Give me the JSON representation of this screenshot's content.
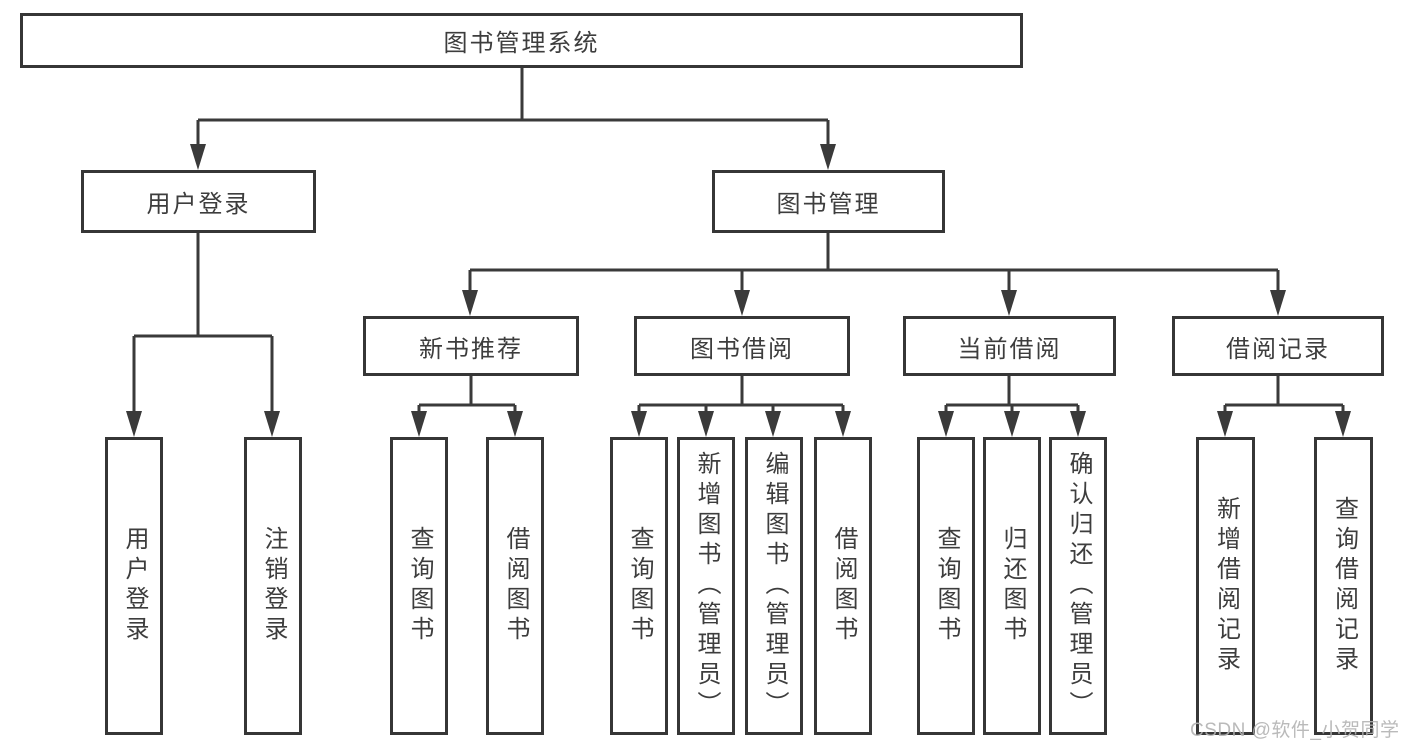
{
  "colors": {
    "background": "#ffffff",
    "line": "#3a3a3a",
    "box_border": "#363636",
    "text": "#3d3d3d",
    "watermark": "#b2b2b2"
  },
  "watermark": {
    "text": "CSDN @软件_小贺同学"
  },
  "diagram": {
    "root": {
      "label": "图书管理系统"
    },
    "branches": {
      "user_login": {
        "label": "用户登录",
        "children": [
          {
            "label": "用户登录"
          },
          {
            "label": "注销登录"
          }
        ]
      },
      "book_mgmt": {
        "label": "图书管理",
        "sections": [
          {
            "label": "新书推荐",
            "children": [
              {
                "label": "查询图书"
              },
              {
                "label": "借阅图书"
              }
            ]
          },
          {
            "label": "图书借阅",
            "children": [
              {
                "label": "查询图书"
              },
              {
                "label": "新增图书（管理员）"
              },
              {
                "label": "编辑图书（管理员）"
              },
              {
                "label": "借阅图书"
              }
            ]
          },
          {
            "label": "当前借阅",
            "children": [
              {
                "label": "查询图书"
              },
              {
                "label": "归还图书"
              },
              {
                "label": "确认归还（管理员）"
              }
            ]
          },
          {
            "label": "借阅记录",
            "children": [
              {
                "label": "新增借阅记录"
              },
              {
                "label": "查询借阅记录"
              }
            ]
          }
        ]
      }
    }
  }
}
